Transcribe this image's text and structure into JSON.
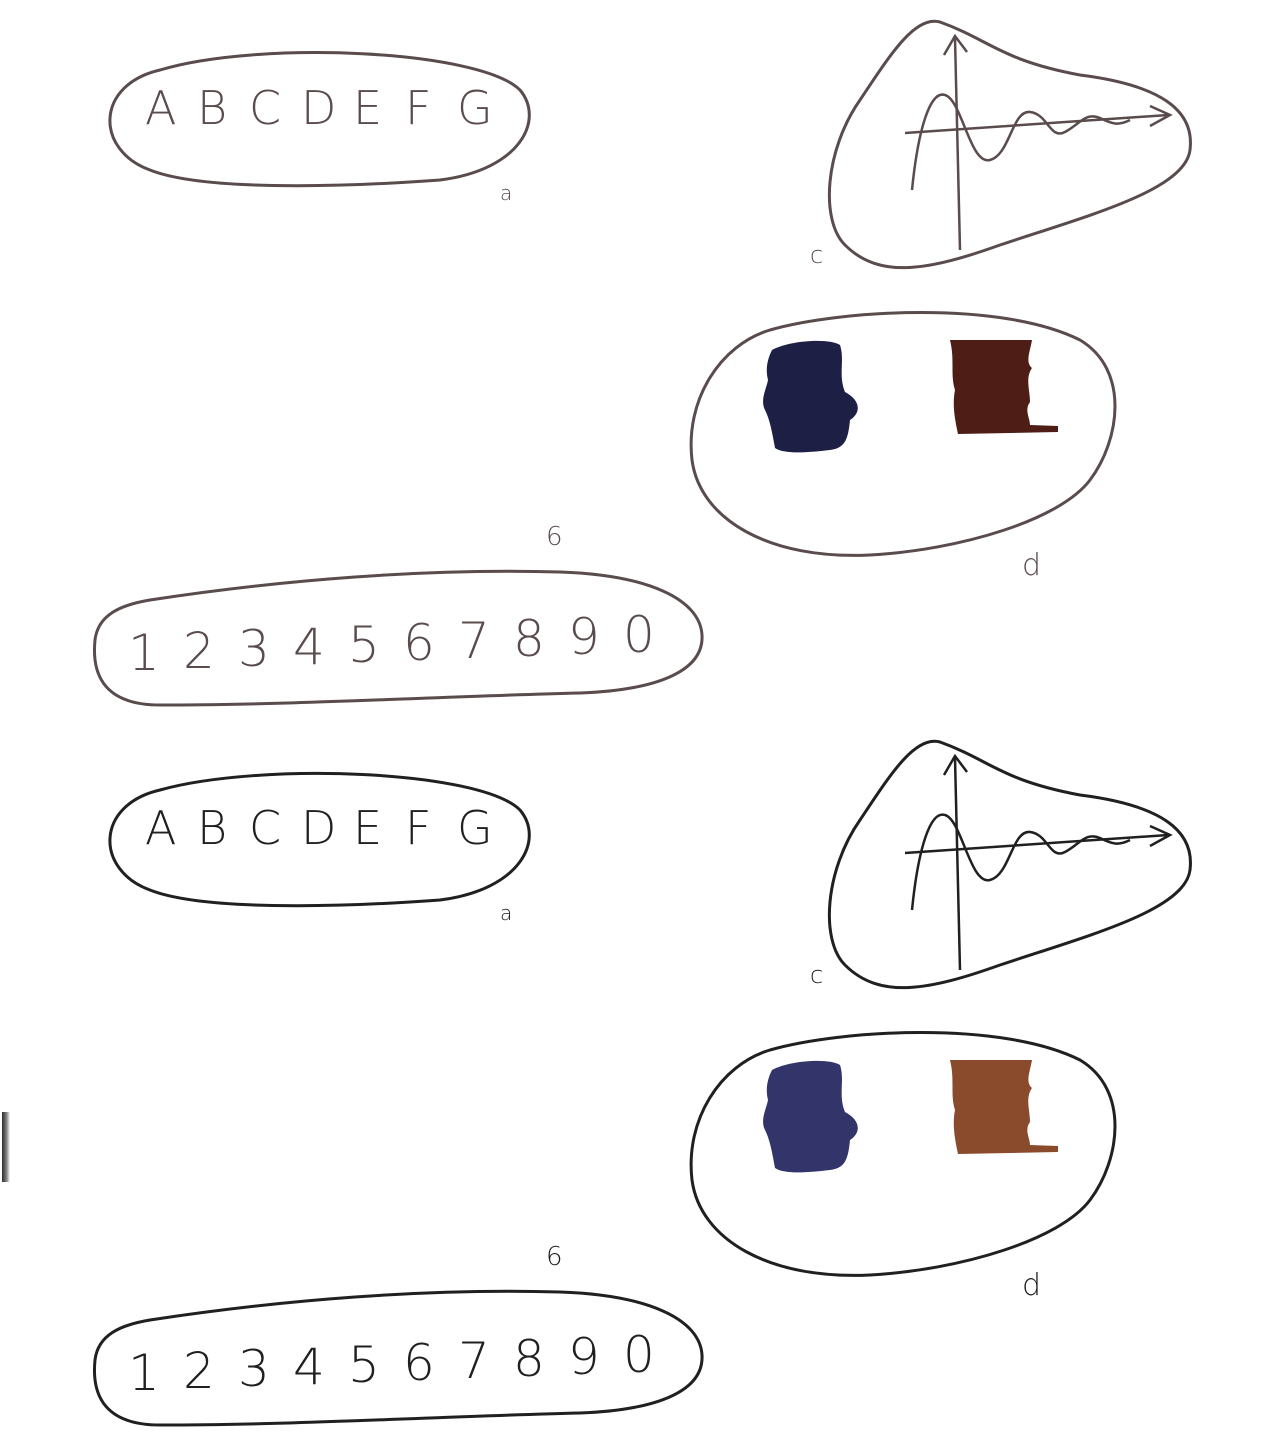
{
  "panels": [
    {
      "letters": {
        "text_chars": [
          "A",
          "B",
          "C",
          "D",
          "E",
          "F",
          "G"
        ],
        "label": "a"
      },
      "numbers": {
        "text_chars": [
          "1",
          "2",
          "3",
          "4",
          "5",
          "6",
          "7",
          "8",
          "9",
          "0"
        ],
        "label": "6"
      },
      "graph": {
        "label": "c"
      },
      "swatches": {
        "label": "d",
        "colors": [
          "#1d1f45",
          "#4e1d16"
        ]
      },
      "ink": "#5a4b4c"
    },
    {
      "letters": {
        "text_chars": [
          "A",
          "B",
          "C",
          "D",
          "E",
          "F",
          "G"
        ],
        "label": "a"
      },
      "numbers": {
        "text_chars": [
          "1",
          "2",
          "3",
          "4",
          "5",
          "6",
          "7",
          "8",
          "9",
          "0"
        ],
        "label": "6"
      },
      "graph": {
        "label": "c"
      },
      "swatches": {
        "label": "d",
        "colors": [
          "#33356a",
          "#8a4a2c"
        ]
      },
      "ink": "#202020"
    }
  ]
}
